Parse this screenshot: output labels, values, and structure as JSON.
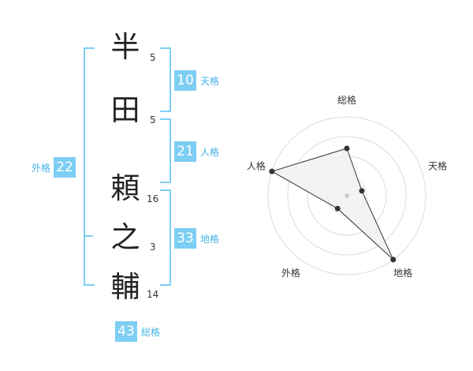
{
  "name": {
    "chars": [
      {
        "char": "半",
        "strokes": "5"
      },
      {
        "char": "田",
        "strokes": "5"
      },
      {
        "char": "頼",
        "strokes": "16"
      },
      {
        "char": "之",
        "strokes": "3"
      },
      {
        "char": "輔",
        "strokes": "14"
      }
    ]
  },
  "fortune": {
    "tenkaku": {
      "value": "10",
      "label": "天格"
    },
    "jinkaku": {
      "value": "21",
      "label": "人格"
    },
    "chikaku": {
      "value": "33",
      "label": "地格"
    },
    "gaikaku": {
      "value": "22",
      "label": "外格"
    },
    "soukaku": {
      "value": "43",
      "label": "総格"
    }
  },
  "radar": {
    "axes": [
      "総格",
      "天格",
      "地格",
      "外格",
      "人格"
    ],
    "values": [
      3,
      1,
      5,
      1,
      5
    ],
    "max": 5,
    "rings": 4,
    "colors": {
      "ring": "#dddddd",
      "fill": "#f0f0f0",
      "line": "#333333",
      "point": "#333333",
      "center": "#cccccc"
    }
  },
  "colors": {
    "accent": "#7ecef4",
    "accent_text": "#45b3e7",
    "text": "#222222"
  }
}
